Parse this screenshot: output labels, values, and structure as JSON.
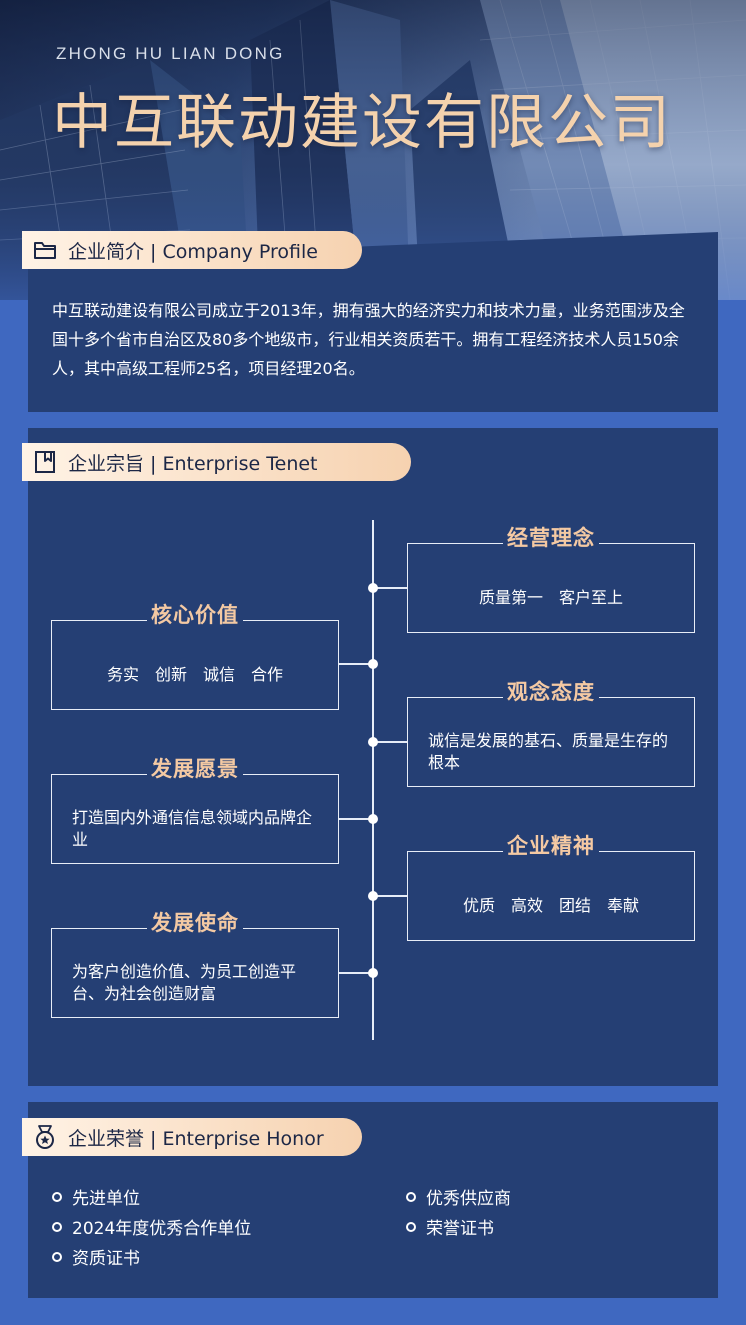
{
  "hero": {
    "subtitle": "ZHONG HU LIAN DONG",
    "title": "中互联动建设有限公司"
  },
  "profile": {
    "tag": "企业简介 | Company Profile",
    "text": "中互联动建设有限公司成立于2013年，拥有强大的经济实力和技术力量，业务范围涉及全国十多个省市自治区及80多个地级市，行业相关资质若干。拥有工程经济技术人员150余人，其中高级工程师25名，项目经理20名。"
  },
  "tenet": {
    "tag": "企业宗旨 | Enterprise Tenet",
    "cards": {
      "business": {
        "title": "经营理念",
        "text": "质量第一　客户至上"
      },
      "core": {
        "title": "核心价值",
        "text": "务实　创新　诚信　合作"
      },
      "attitude": {
        "title": "观念态度",
        "text": "诚信是发展的基石、质量是生存的根本"
      },
      "vision": {
        "title": "发展愿景",
        "text": "打造国内外通信信息领域内品牌企业"
      },
      "spirit": {
        "title": "企业精神",
        "text": "优质　高效　团结　奉献"
      },
      "mission": {
        "title": "发展使命",
        "text": "为客户创造价值、为员工创造平台、为社会创造财富"
      }
    }
  },
  "honor": {
    "tag": "企业荣誉 | Enterprise Honor",
    "items": [
      "先进单位",
      "2024年度优秀合作单位",
      "资质证书",
      "优秀供应商",
      "荣誉证书"
    ]
  },
  "colors": {
    "background": "#3f68c0",
    "panel": "#253f74",
    "accent": "#f4c9a3",
    "title": "#f4d2ad"
  },
  "icons": {
    "profile": "folder-icon",
    "tenet": "bookmark-icon",
    "honor": "medal-icon"
  }
}
